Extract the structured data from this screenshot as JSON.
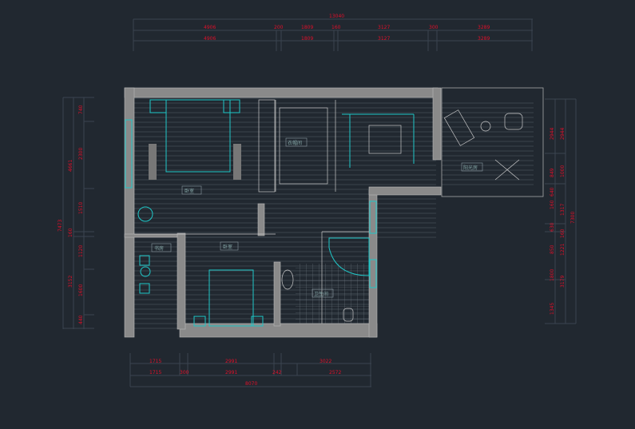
{
  "drawing": {
    "top_dims": {
      "overall": "13040",
      "row1": [
        "4906",
        "200",
        "1809",
        "160",
        "3127",
        "300",
        "3289"
      ],
      "row2": [
        "4906",
        "1809",
        "3127",
        "3289"
      ]
    },
    "bottom_dims": {
      "overall": "8070",
      "row1": [
        "1715",
        "2991",
        "3022"
      ],
      "row2": [
        "1715",
        "300",
        "2991",
        "242",
        "2572"
      ]
    },
    "left_dims": {
      "overall": "7473",
      "mid": [
        "4661",
        "160",
        "3152"
      ],
      "inner": [
        "740",
        "2300",
        "1510",
        "1120",
        "1600",
        "440"
      ]
    },
    "right_dims": {
      "overall": "7300",
      "mid": [
        "2944",
        "849",
        "640",
        "160",
        "630",
        "850",
        "1800",
        "1345"
      ],
      "inner": [
        "2944",
        "1000",
        "1317",
        "1221",
        "160",
        "3179"
      ]
    },
    "rooms": {
      "master_bedroom": "卧室",
      "walk_in_closet": "衣帽间",
      "sunroom": "阳光房",
      "study": "书房",
      "bedroom": "卧室",
      "bathroom": "卫生间"
    },
    "colors": {
      "background": "#212830",
      "dimension_text": "#e0102a",
      "furniture": "#1fc7c7",
      "wall": "#8a8a8a"
    }
  }
}
